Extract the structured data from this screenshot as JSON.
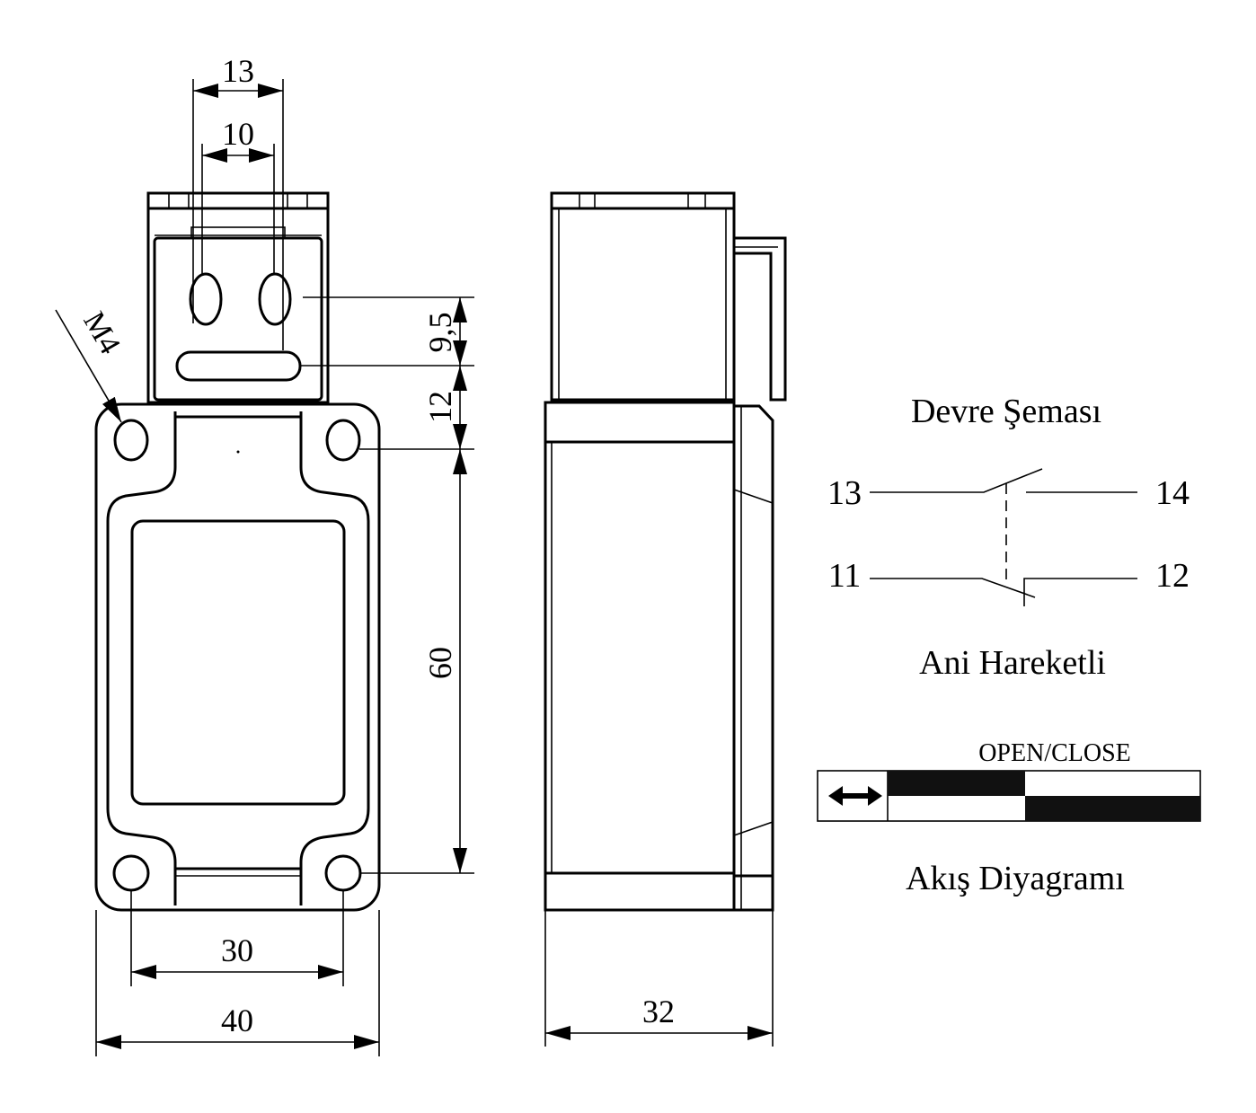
{
  "front_view": {
    "dim_width_top": "13",
    "dim_slot_spacing": "10",
    "dim_thread": "M4",
    "dim_slot_offset": "9,5",
    "dim_head_to_hole": "12",
    "dim_hole_vertical": "60",
    "dim_hole_horizontal": "30",
    "dim_total_width": "40"
  },
  "side_view": {
    "dim_depth": "32"
  },
  "circuit": {
    "title": "Devre Şeması",
    "terminals": [
      "13",
      "14",
      "11",
      "12"
    ],
    "caption": "Ani Hareketli"
  },
  "flow": {
    "label": "OPEN/CLOSE",
    "caption": "Akış Diyagramı",
    "icon": "double-arrow-icon",
    "fill_color": "#111111"
  }
}
